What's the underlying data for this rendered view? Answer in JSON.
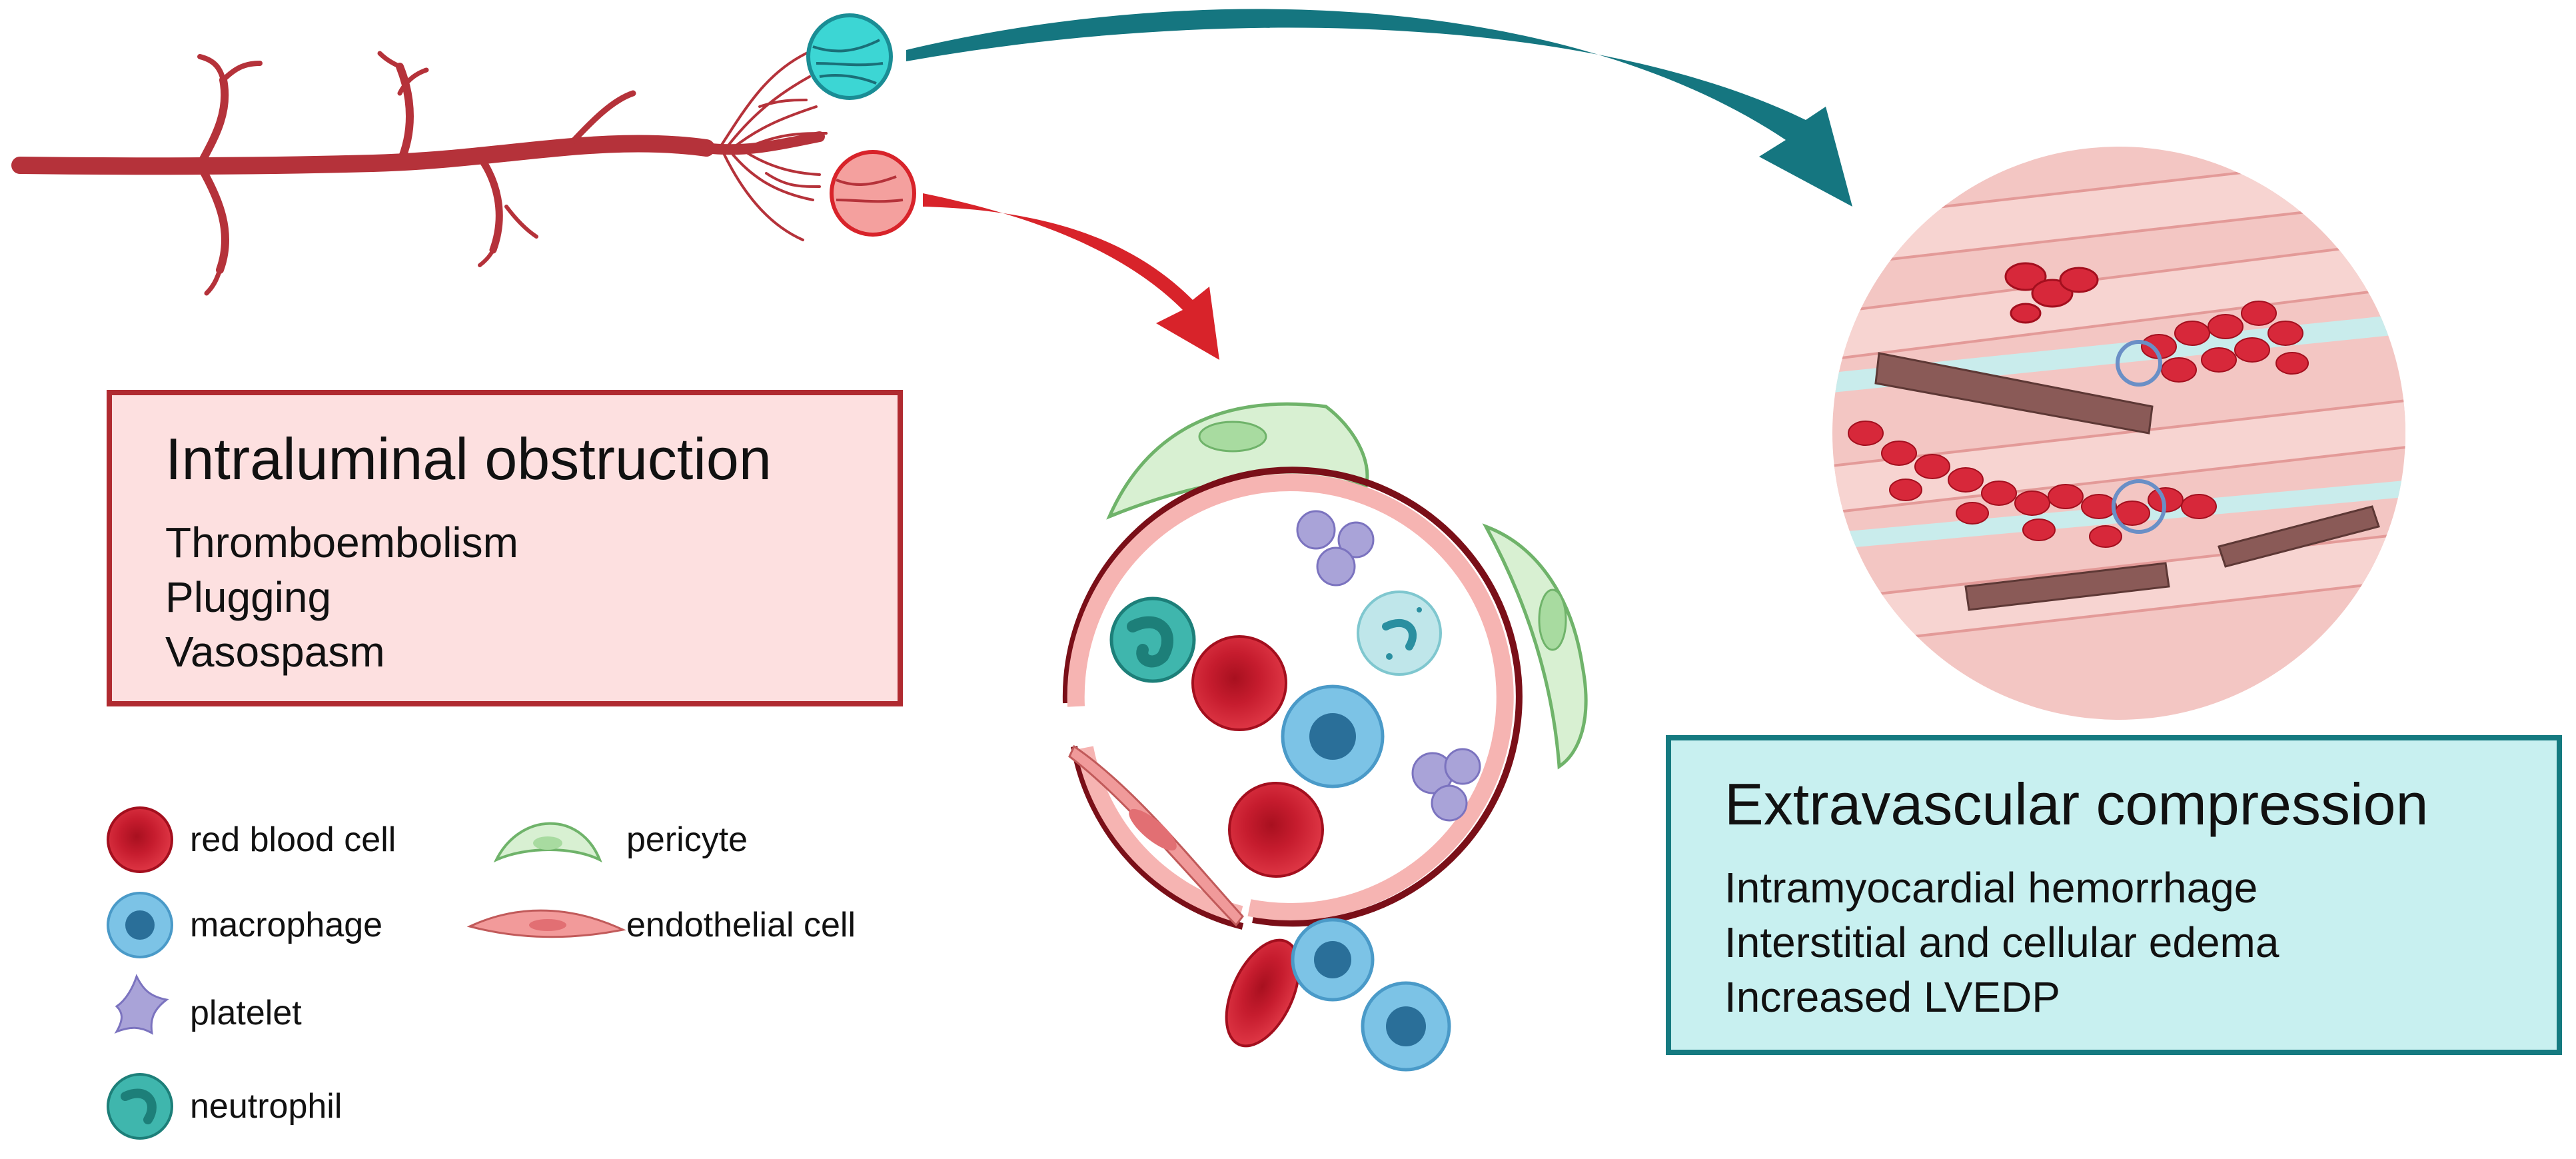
{
  "intraluminal_box": {
    "title": "Intraluminal obstruction",
    "items": [
      "Thromboembolism",
      "Plugging",
      "Vasospasm"
    ]
  },
  "extravascular_box": {
    "title": "Extravascular compression",
    "items": [
      "Intramyocardial hemorrhage",
      "Interstitial and cellular edema",
      "Increased LVEDP"
    ]
  },
  "legend": {
    "red_blood_cell": "red blood cell",
    "macrophage": "macrophage",
    "platelet": "platelet",
    "neutrophil": "neutrophil",
    "pericyte": "pericyte",
    "endothelial_cell": "endothelial cell"
  },
  "colors": {
    "vessel": "#b5323a",
    "red_arrow": "#d8232a",
    "teal_arrow": "#157680",
    "rbc": "#d7283a",
    "macrophage": "#7cc3e6",
    "platelet": "#a9a3d8",
    "neutrophil": "#3fb6ad",
    "pericyte": "#cdebc6",
    "endothelial": "#f29a9a",
    "intraluminal_fill": "#fde0e0",
    "intraluminal_border": "#b02a30",
    "extravascular_fill": "#c8f0f0",
    "extravascular_border": "#157a80"
  }
}
